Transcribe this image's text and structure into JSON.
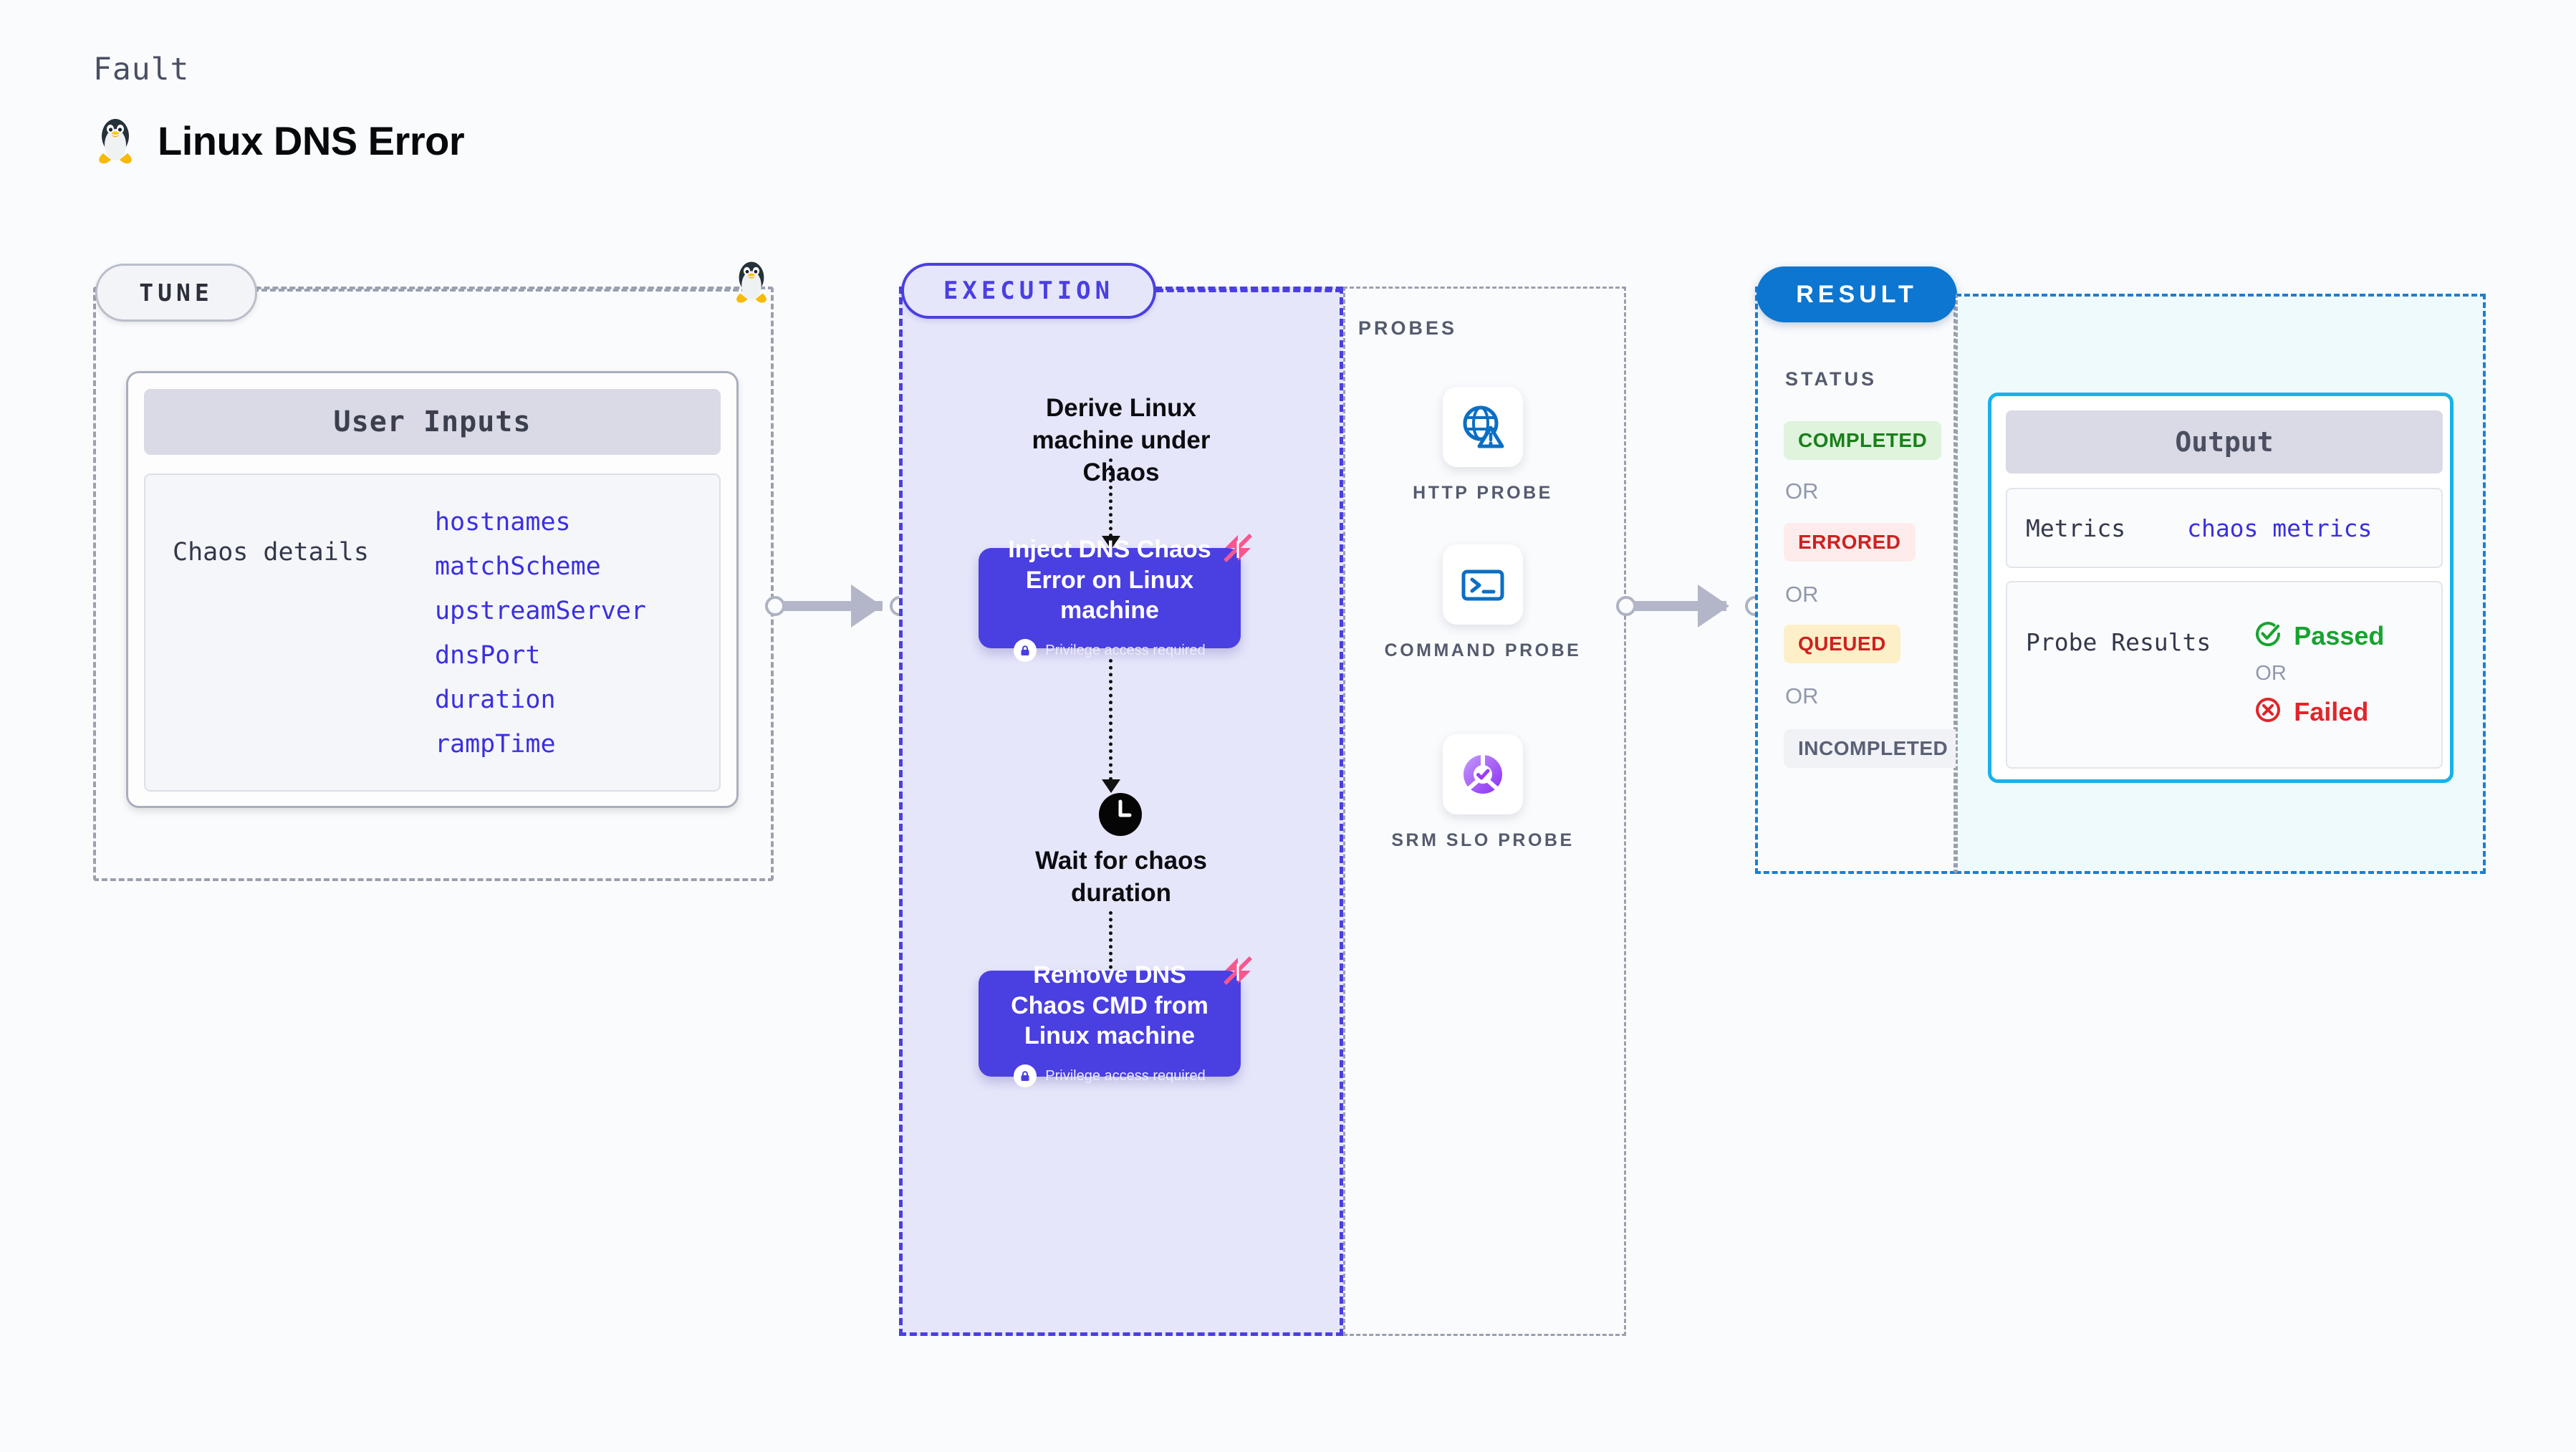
{
  "header": {
    "kicker": "Fault",
    "title": "Linux DNS Error",
    "icon": "linux-penguin-icon"
  },
  "tune": {
    "chip_label": "TUNE",
    "edge_icon": "linux-penguin-icon",
    "card": {
      "header": "User Inputs",
      "group_label": "Chaos details",
      "params": [
        "hostnames",
        "matchScheme",
        "upstreamServer",
        "dnsPort",
        "duration",
        "rampTime"
      ]
    }
  },
  "execution": {
    "chip_label": "EXECUTION",
    "steps": [
      {
        "type": "text",
        "label": "Derive Linux machine under Chaos"
      },
      {
        "type": "action",
        "label": "Inject DNS Chaos Error on Linux machine",
        "note": "Privilege access required",
        "badge": "harness-chaos-icon"
      },
      {
        "type": "wait",
        "label": "Wait for chaos duration",
        "icon": "clock-icon"
      },
      {
        "type": "action",
        "label": "Remove DNS Chaos CMD from Linux machine",
        "note": "Privilege access required",
        "badge": "harness-chaos-icon"
      }
    ]
  },
  "probes": {
    "section_label": "PROBES",
    "items": [
      {
        "name": "HTTP PROBE",
        "icon": "globe-warning-icon"
      },
      {
        "name": "COMMAND PROBE",
        "icon": "terminal-prompt-icon"
      },
      {
        "name": "SRM SLO PROBE",
        "icon": "srm-slo-gauge-icon"
      }
    ]
  },
  "result": {
    "chip_label": "RESULT",
    "status_label": "STATUS",
    "or_label": "OR",
    "statuses": [
      {
        "label": "COMPLETED",
        "bg": "#dff3dd",
        "fg": "#1a7f1a"
      },
      {
        "label": "ERRORED",
        "bg": "#fdeceb",
        "fg": "#cc2222"
      },
      {
        "label": "QUEUED",
        "bg": "#fdefc8",
        "fg": "#cc2222"
      },
      {
        "label": "INCOMPLETED",
        "bg": "#f1f2f6",
        "fg": "#5a6076"
      }
    ]
  },
  "output": {
    "header": "Output",
    "metrics_label": "Metrics",
    "metrics_value": "chaos metrics",
    "probe_results_label": "Probe Results",
    "passed_label": "Passed",
    "failed_label": "Failed",
    "or_label": "OR"
  },
  "colors": {
    "accent_purple": "#4a3fe0",
    "accent_blue": "#0d76d1",
    "cyan": "#17b3e8",
    "pink": "#f9558e",
    "green": "#17a330",
    "red": "#e0252a",
    "param_blue": "#3b2fe0"
  }
}
